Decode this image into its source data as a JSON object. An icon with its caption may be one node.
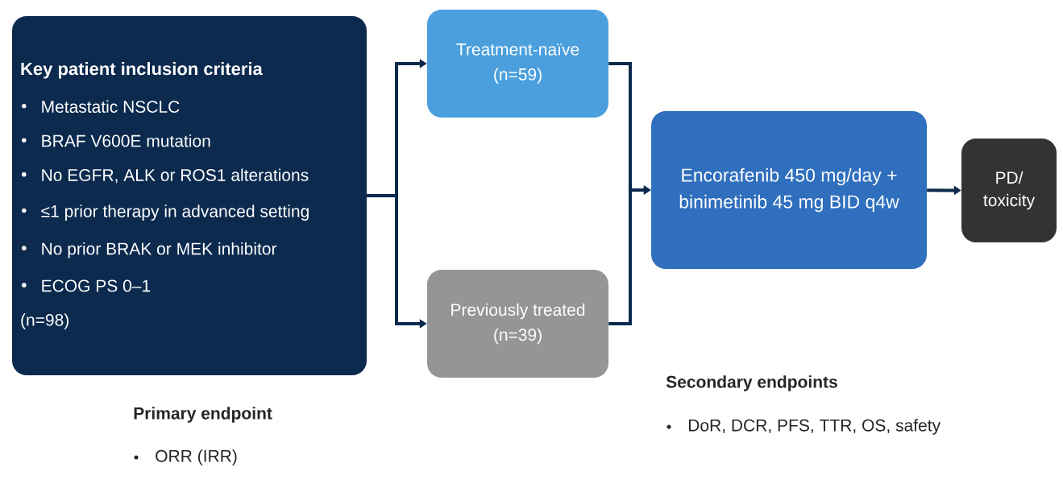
{
  "diagram": {
    "nodes": [
      {
        "text": [
          "Key patient inclusion criteria",
          "Metastatic NSCLC",
          "BRAF V600E mutation",
          "No EGFR, ALK or ROS1 alterations",
          "≤1 prior therapy in advanced setting",
          "No prior BRAK or MEK inhibitor",
          "ECOG PS 0–1",
          "(n=98)"
        ]
      },
      {
        "text": [
          "Treatment-naïve",
          "(n=59)"
        ]
      },
      {
        "text": [
          "Previously treated",
          "(n=39)"
        ]
      },
      {
        "text": [
          "Encorafenib 450 mg/day + binimetinib 45 mg BID q4w"
        ]
      },
      {
        "text": [
          "PD/ toxicity"
        ]
      }
    ],
    "edges": [
      {
        "from": 0,
        "to": 1,
        "arrow": "to"
      },
      {
        "from": 0,
        "to": 2,
        "arrow": "to"
      },
      {
        "from": 1,
        "to": 3,
        "arrow": "to"
      },
      {
        "from": 2,
        "to": 3,
        "arrow": "to"
      },
      {
        "from": 3,
        "to": 4,
        "arrow": "to"
      }
    ],
    "labels": [
      "Primary endpoint",
      "ORR (IRR)",
      "Secondary endpoints",
      "DoR, DCR, PFS, TTR, OS, safety"
    ]
  }
}
